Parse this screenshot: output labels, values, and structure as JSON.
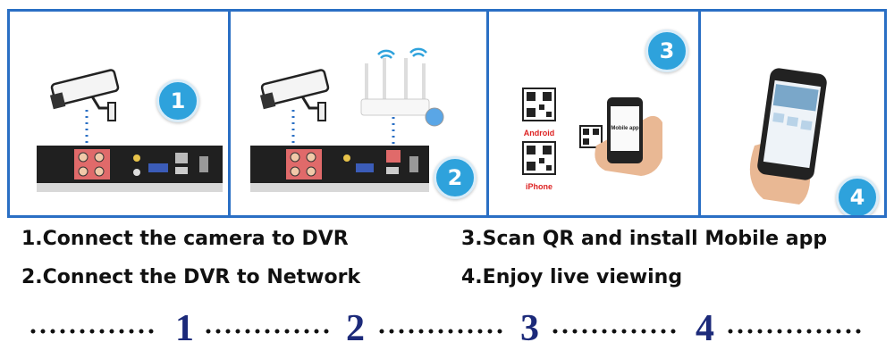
{
  "panels": [
    {
      "badge": "1"
    },
    {
      "badge": "2"
    },
    {
      "badge": "3",
      "qr_labels": [
        "Android",
        "iPhone"
      ],
      "phone_text": "Mobile app"
    },
    {
      "badge": "4"
    }
  ],
  "steps": [
    "1.Connect the camera to DVR",
    "2.Connect the DVR to Network",
    "3.Scan QR and install Mobile app",
    "4.Enjoy live viewing"
  ],
  "progress": {
    "numbers": [
      "1",
      "2",
      "3",
      "4"
    ]
  },
  "colors": {
    "frame": "#2a6fc4",
    "badge": "#2ea2dc",
    "progress_number": "#1c2a7a",
    "dvr_port": "#e06a6a"
  }
}
